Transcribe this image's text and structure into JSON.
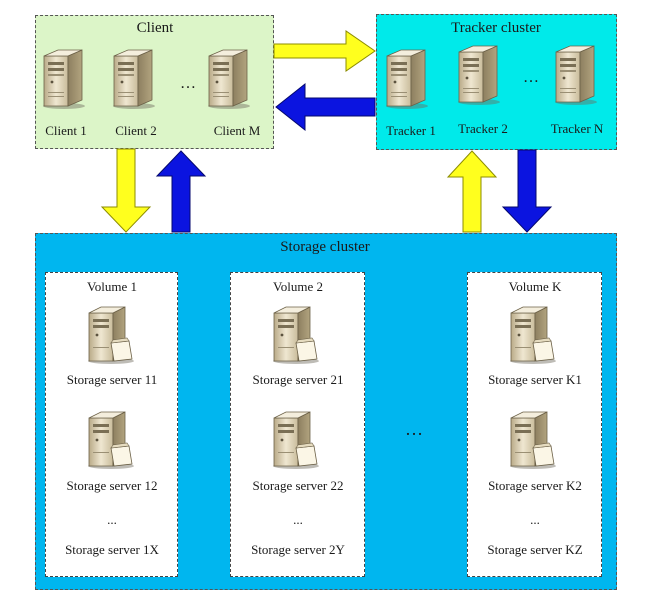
{
  "client": {
    "title": "Client",
    "servers": [
      "Client 1",
      "Client 2",
      "Client M"
    ],
    "ellipsis": "…"
  },
  "tracker": {
    "title": "Tracker cluster",
    "servers": [
      "Tracker 1",
      "Tracker 2",
      "Tracker N"
    ],
    "ellipsis": "…"
  },
  "storage": {
    "title": "Storage cluster",
    "between_volumes": "…",
    "volumes": [
      {
        "name": "Volume 1",
        "servers": [
          "Storage server 11",
          "Storage server 12",
          "Storage server 1X"
        ],
        "ellipsis": "..."
      },
      {
        "name": "Volume 2",
        "servers": [
          "Storage server 21",
          "Storage server 22",
          "Storage server 2Y"
        ],
        "ellipsis": "..."
      },
      {
        "name": "Volume K",
        "servers": [
          "Storage server K1",
          "Storage server K2",
          "Storage server KZ"
        ],
        "ellipsis": "..."
      }
    ]
  },
  "colors": {
    "client_bg": "#dcf5c8",
    "tracker_bg": "#00eaea",
    "storage_bg": "#00b6ef",
    "arrow_yellow": "#ffff1e",
    "arrow_blue": "#0b14e0"
  }
}
